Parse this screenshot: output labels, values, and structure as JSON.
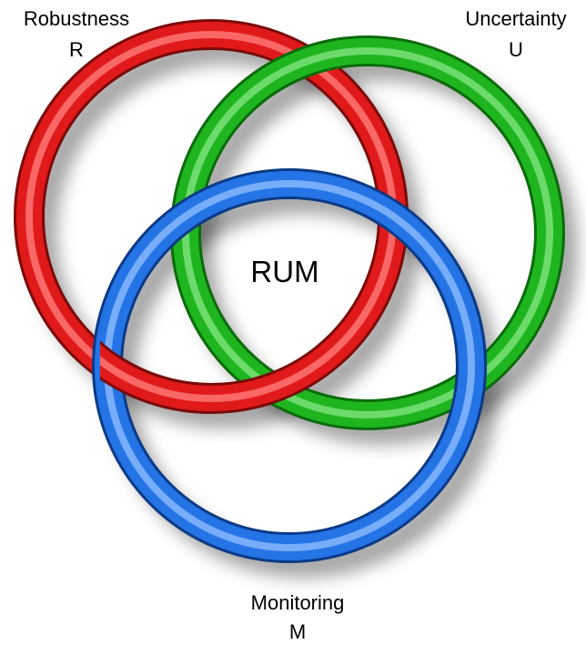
{
  "rings": {
    "robustness": {
      "title": "Robustness",
      "letter": "R",
      "color": "#e01a1a"
    },
    "uncertainty": {
      "title": "Uncertainty",
      "letter": "U",
      "color": "#1fb51f"
    },
    "monitoring": {
      "title": "Monitoring",
      "letter": "M",
      "color": "#2474e6"
    }
  },
  "center_label": "RUM"
}
